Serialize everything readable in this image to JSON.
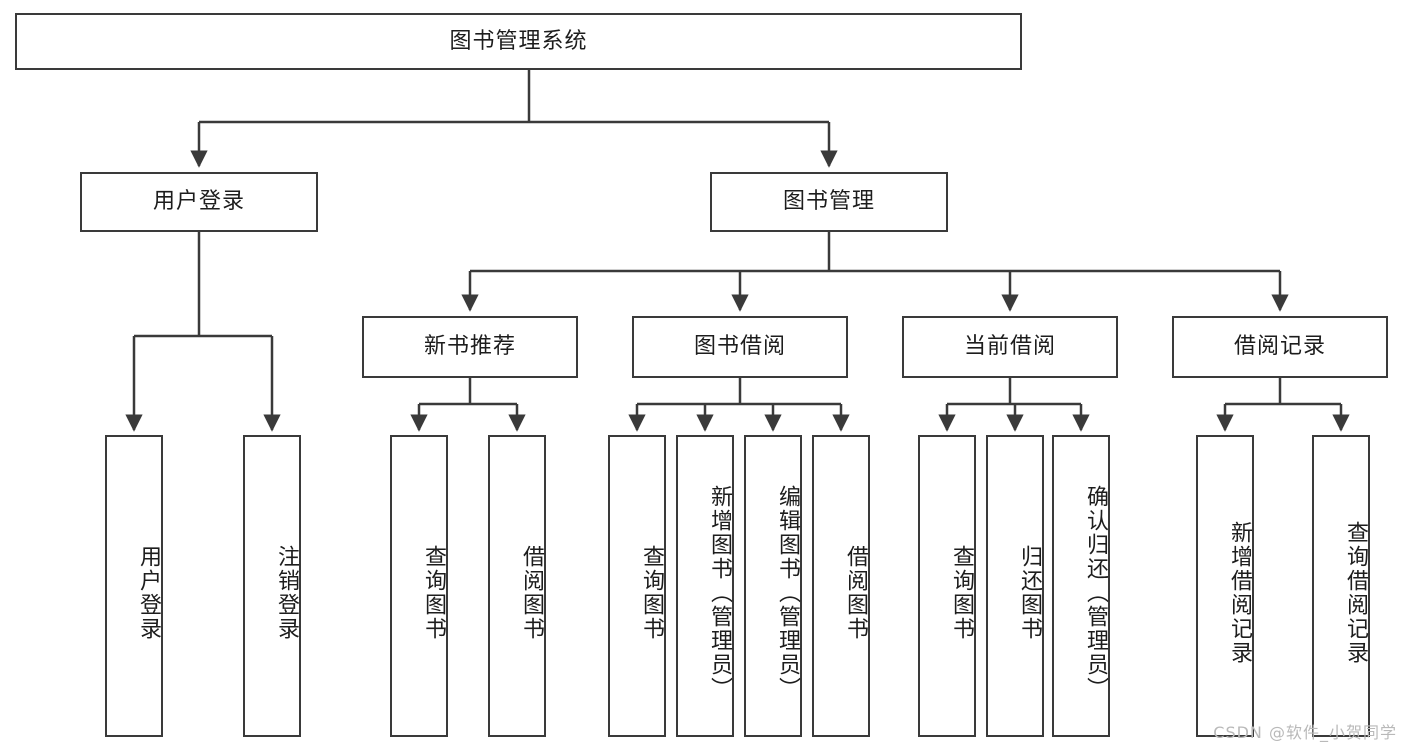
{
  "diagram": {
    "type": "tree-hierarchy-chart",
    "title": "图书管理系统",
    "line_color": "#3a3a3a",
    "box_fill": "#ffffff",
    "text_color": "#1d1d1d",
    "watermark": "CSDN @软件_小贺同学",
    "nodes": {
      "root": {
        "label": "图书管理系统"
      },
      "level2": [
        {
          "label": "用户登录"
        },
        {
          "label": "图书管理"
        }
      ],
      "level3": [
        {
          "label": "新书推荐"
        },
        {
          "label": "图书借阅"
        },
        {
          "label": "当前借阅"
        },
        {
          "label": "借阅记录"
        }
      ],
      "leaves": {
        "user_login": [
          {
            "label": "用户登录"
          },
          {
            "label": "注销登录"
          }
        ],
        "new_book_recommend": [
          {
            "label": "查询图书"
          },
          {
            "label": "借阅图书"
          }
        ],
        "book_borrow": [
          {
            "label": "查询图书"
          },
          {
            "label": "新增图书（管理员）"
          },
          {
            "label": "编辑图书（管理员）"
          },
          {
            "label": "借阅图书"
          }
        ],
        "current_borrow": [
          {
            "label": "查询图书"
          },
          {
            "label": "归还图书"
          },
          {
            "label": "确认归还（管理员）"
          }
        ],
        "borrow_record": [
          {
            "label": "新增借阅记录"
          },
          {
            "label": "查询借阅记录"
          }
        ]
      }
    }
  }
}
